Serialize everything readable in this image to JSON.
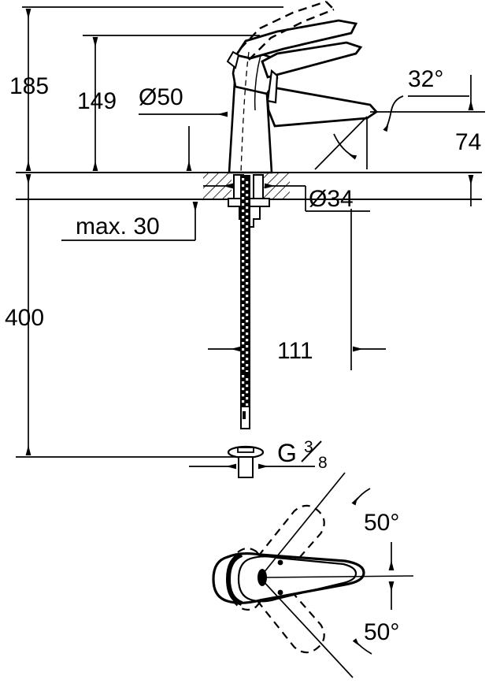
{
  "drawing": {
    "title": "Single-lever basin mixer technical dimension drawing",
    "line_color": "#000000",
    "background_color": "#ffffff",
    "units": "mm"
  },
  "dimensions": {
    "overall_height": "185",
    "spout_height": "149",
    "base_diameter": "Ø50",
    "hole_diameter": "Ø34",
    "counter_thickness": "max. 30",
    "spout_reach": "74",
    "hose_length": "400",
    "hose_spacing": "111",
    "thread_letter": "G",
    "thread_numerator": "3",
    "thread_denominator": "8",
    "lever_angle": "32°",
    "swivel_angle_upper": "50°",
    "swivel_angle_lower": "50°"
  },
  "views": {
    "elevation": "front elevation section",
    "plan": "handle top view swivel range"
  }
}
